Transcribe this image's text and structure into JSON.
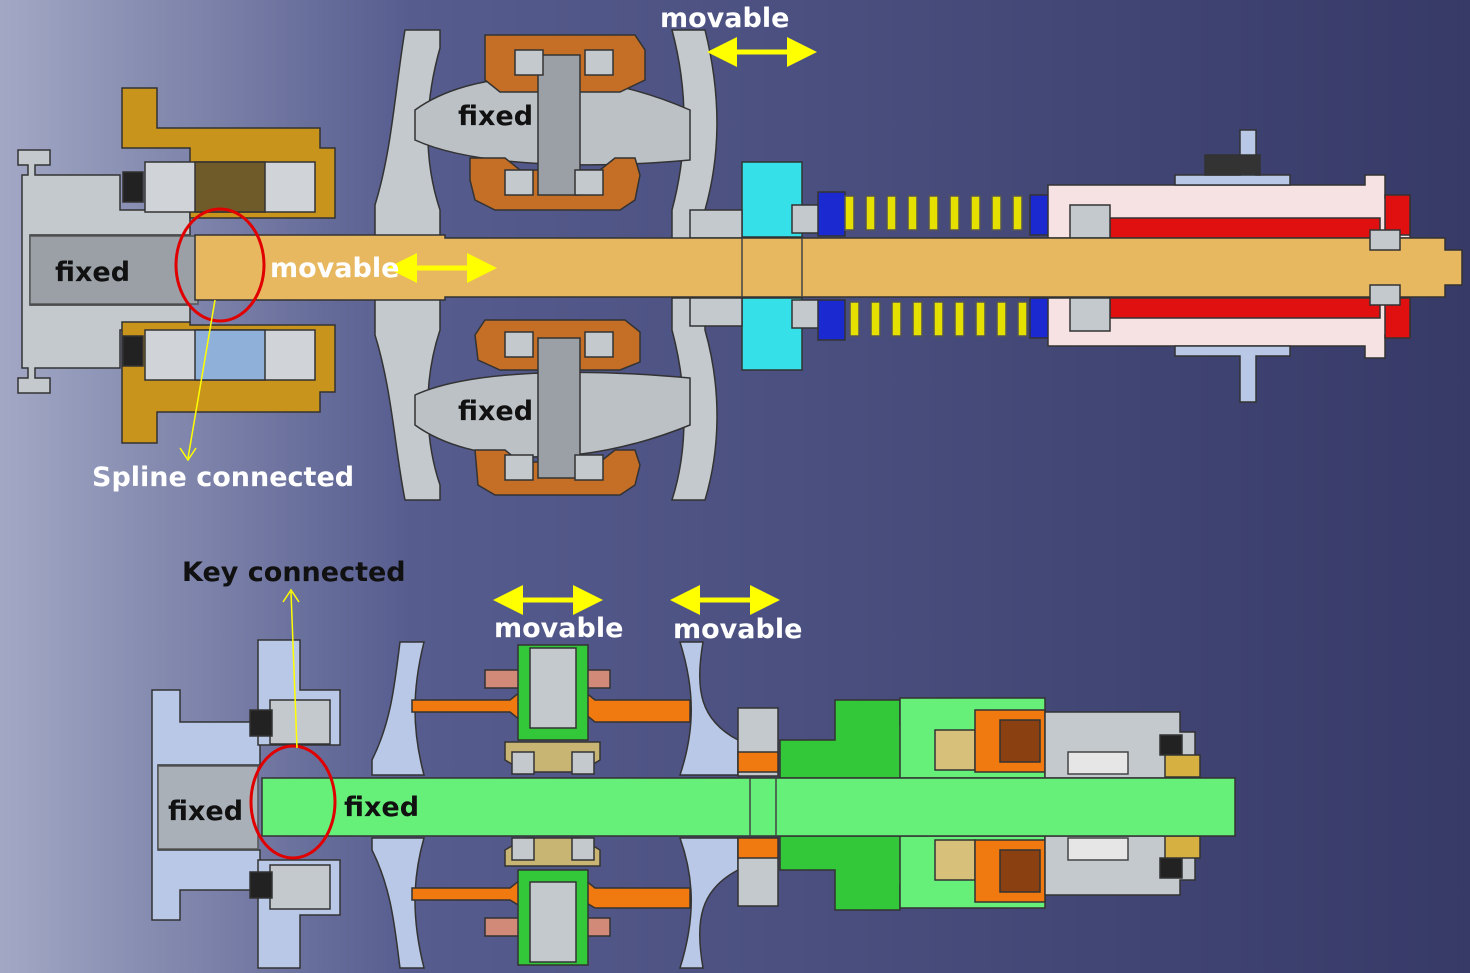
{
  "top_assembly": {
    "housing_label": "fixed",
    "upper_gear_label": "fixed",
    "lower_gear_label": "fixed",
    "shaft_label": "movable",
    "sheave_label": "movable",
    "spline_callout": "Spline connected"
  },
  "bottom_assembly": {
    "housing_label": "fixed",
    "shaft_label": "fixed",
    "key_callout": "Key connected",
    "left_movable_label": "movable",
    "right_movable_label": "movable"
  },
  "colors": {
    "background_left": "#a2a8c4",
    "background_right": "#373a67",
    "arrow": "#ffff00",
    "callout_ellipse": "#e00000",
    "callout_leader": "#ffff00",
    "top_shaft": "#e8b860",
    "top_bearing_housing": "#c9941c",
    "top_gear_ring": "#c46e26",
    "top_coupling": "#35e0e8",
    "top_spring": "#e6e000",
    "top_spring_seat": "#1b2ad0",
    "top_pink_housing": "#f6e2e2",
    "top_red_sleeve": "#e01010",
    "bottom_shaft": "#66f07a",
    "bottom_gear_ring": "#f07a10",
    "bottom_green_part": "#33c83a",
    "bottom_tan_part": "#c8b574",
    "housing_gray": "#c4c9ce",
    "housing_blue_gray": "#b9c8e6"
  }
}
